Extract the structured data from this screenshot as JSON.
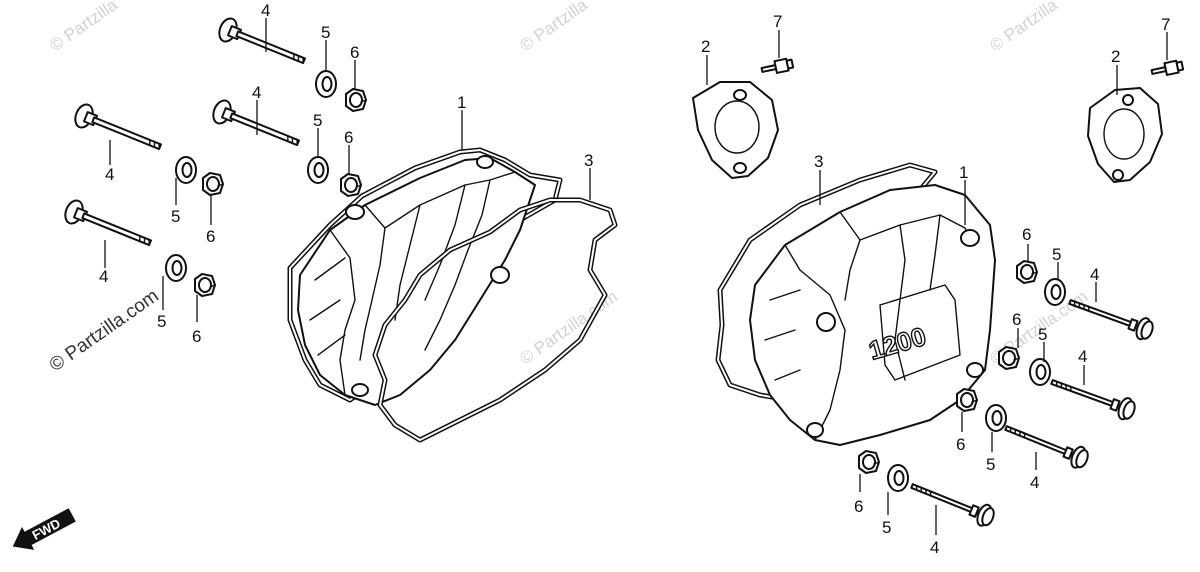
{
  "watermark": {
    "text": "© Partzilla",
    "text_com": "© Partzilla.com",
    "color": "#d2d2d2"
  },
  "direction_label": "FWD",
  "emboss_text": "1200",
  "callouts": {
    "cover": "1",
    "breather_cover": "2",
    "gasket": "3",
    "bolt": "4",
    "washer": "5",
    "grommet": "6",
    "screw": "7"
  },
  "colors": {
    "line": "#111111",
    "background": "#ffffff"
  }
}
